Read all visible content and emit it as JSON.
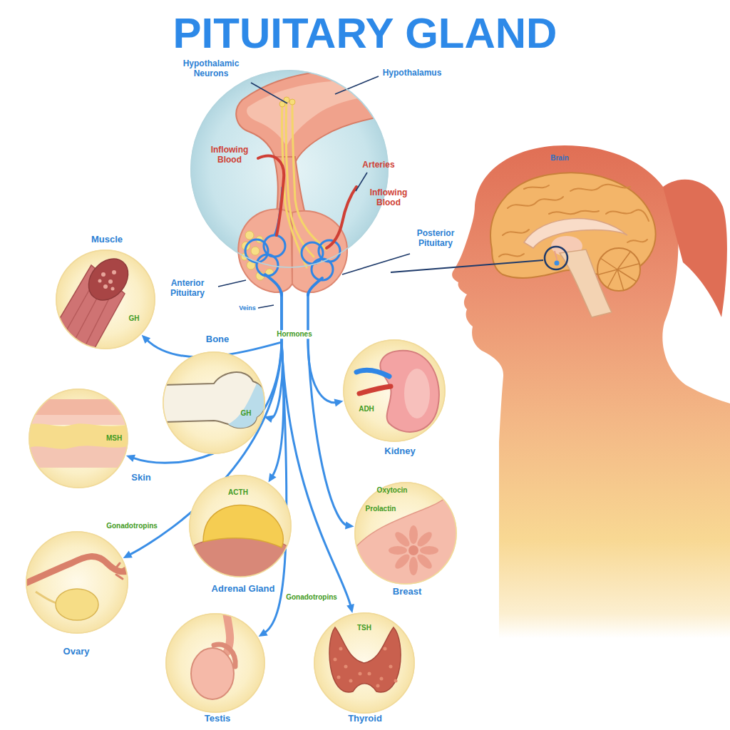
{
  "diagram": {
    "title": "PITUITARY GLAND",
    "nodes": [
      {
        "text": [
          "Inflowing Blood",
          "Arteries",
          "Inflowing Blood"
        ]
      },
      {
        "text": [
          "Muscle",
          "GH"
        ]
      },
      {
        "text": [
          "Bone",
          "GH"
        ]
      },
      {
        "text": [
          "ADH",
          "Kidney"
        ]
      },
      {
        "text": [
          "MSH",
          "Skin"
        ]
      },
      {
        "text": [
          "ACTH",
          "Adrenal Gland"
        ]
      },
      {
        "text": [
          "Oxytocin",
          "Prolactin",
          "Breast"
        ]
      },
      {
        "text": [
          "Ovary"
        ]
      },
      {
        "text": [
          "Testis"
        ]
      },
      {
        "text": [
          "TSH",
          "Thyroid"
        ]
      }
    ],
    "edges": [
      {
        "from": 0,
        "to": 1,
        "arrow": "to"
      },
      {
        "from": 0,
        "to": 2,
        "arrow": "to"
      },
      {
        "from": 0,
        "to": 3,
        "arrow": "to"
      },
      {
        "from": 0,
        "to": 4,
        "arrow": "to"
      },
      {
        "from": 0,
        "to": 5,
        "arrow": "to"
      },
      {
        "from": 0,
        "to": 6,
        "arrow": "to"
      },
      {
        "from": 0,
        "to": 7,
        "label": "Gonadotropins",
        "arrow": "to"
      },
      {
        "from": 0,
        "to": 8,
        "label": "Gonadotropins",
        "arrow": "to"
      },
      {
        "from": 0,
        "to": 9,
        "arrow": "to"
      }
    ],
    "labels": [
      "Hypothalamic Neurons",
      "Hypothalamus",
      "Brain",
      "Posterior Pituitary",
      "Anterior Pituitary",
      "Veins",
      "Hormones"
    ]
  }
}
